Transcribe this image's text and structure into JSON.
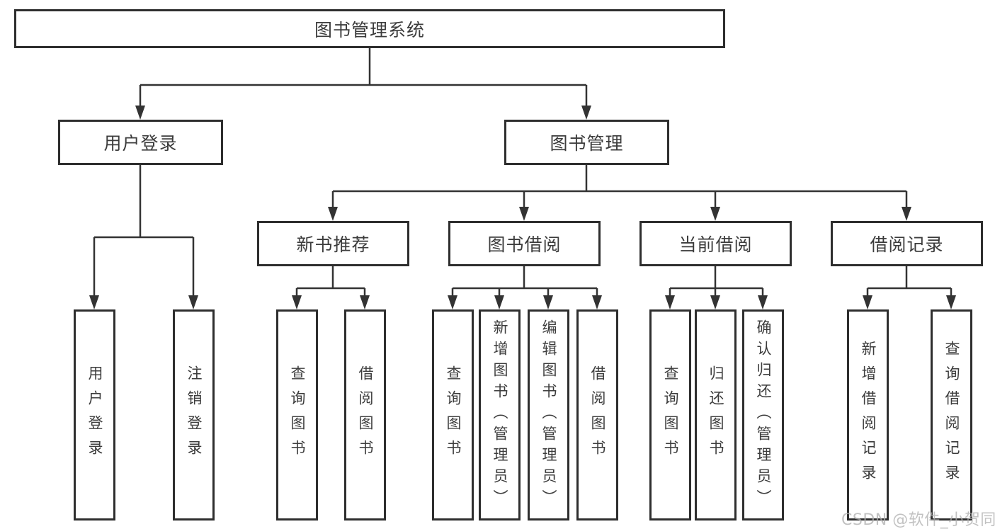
{
  "tree": {
    "root": {
      "label": "图书管理系统"
    },
    "level2": [
      {
        "label": "用户登录",
        "leaves": [
          "用户登录",
          "注销登录"
        ]
      },
      {
        "label": "图书管理",
        "children": [
          {
            "label": "新书推荐",
            "leaves": [
              "查询图书",
              "借阅图书"
            ]
          },
          {
            "label": "图书借阅",
            "leaves": [
              "查询图书",
              "新增图书（管理员）",
              "编辑图书（管理员）",
              "借阅图书"
            ]
          },
          {
            "label": "当前借阅",
            "leaves": [
              "查询图书",
              "归还图书",
              "确认归还（管理员）"
            ]
          },
          {
            "label": "借阅记录",
            "leaves": [
              "新增借阅记录",
              "查询借阅记录"
            ]
          }
        ]
      }
    ]
  },
  "watermark": {
    "text": "CSDN @软件_小贺同学"
  },
  "colors": {
    "line": "#333333",
    "box_border": "#2e2e2e",
    "text": "#3c3c3c",
    "watermark": "#aeaeae",
    "background": "#ffffff"
  }
}
